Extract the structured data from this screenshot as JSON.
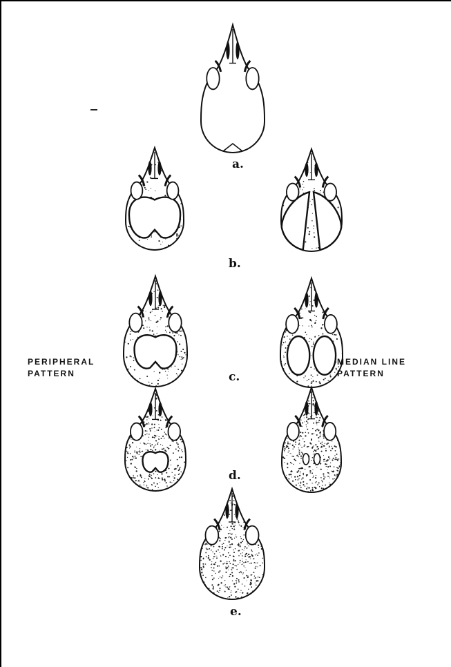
{
  "figure": {
    "stage_labels": [
      "a.",
      "b.",
      "c.",
      "d.",
      "e."
    ],
    "pattern_labels": {
      "left": [
        "PERIPHERAL",
        "PATTERN"
      ],
      "right": [
        "MEDIAN LINE",
        "PATTERN"
      ]
    },
    "skulls": [
      {
        "id": "a",
        "pattern": "none",
        "stipple_fraction": 0.0
      },
      {
        "id": "b-left",
        "pattern": "peripheral",
        "stipple_fraction": 0.2
      },
      {
        "id": "b-right",
        "pattern": "median line",
        "stipple_fraction": 0.25
      },
      {
        "id": "c-left",
        "pattern": "peripheral",
        "stipple_fraction": 0.5
      },
      {
        "id": "c-right",
        "pattern": "median line",
        "stipple_fraction": 0.55
      },
      {
        "id": "d-left",
        "pattern": "peripheral",
        "stipple_fraction": 0.85
      },
      {
        "id": "d-right",
        "pattern": "median line",
        "stipple_fraction": 0.9
      },
      {
        "id": "e",
        "pattern": "complete",
        "stipple_fraction": 1.0
      }
    ]
  }
}
